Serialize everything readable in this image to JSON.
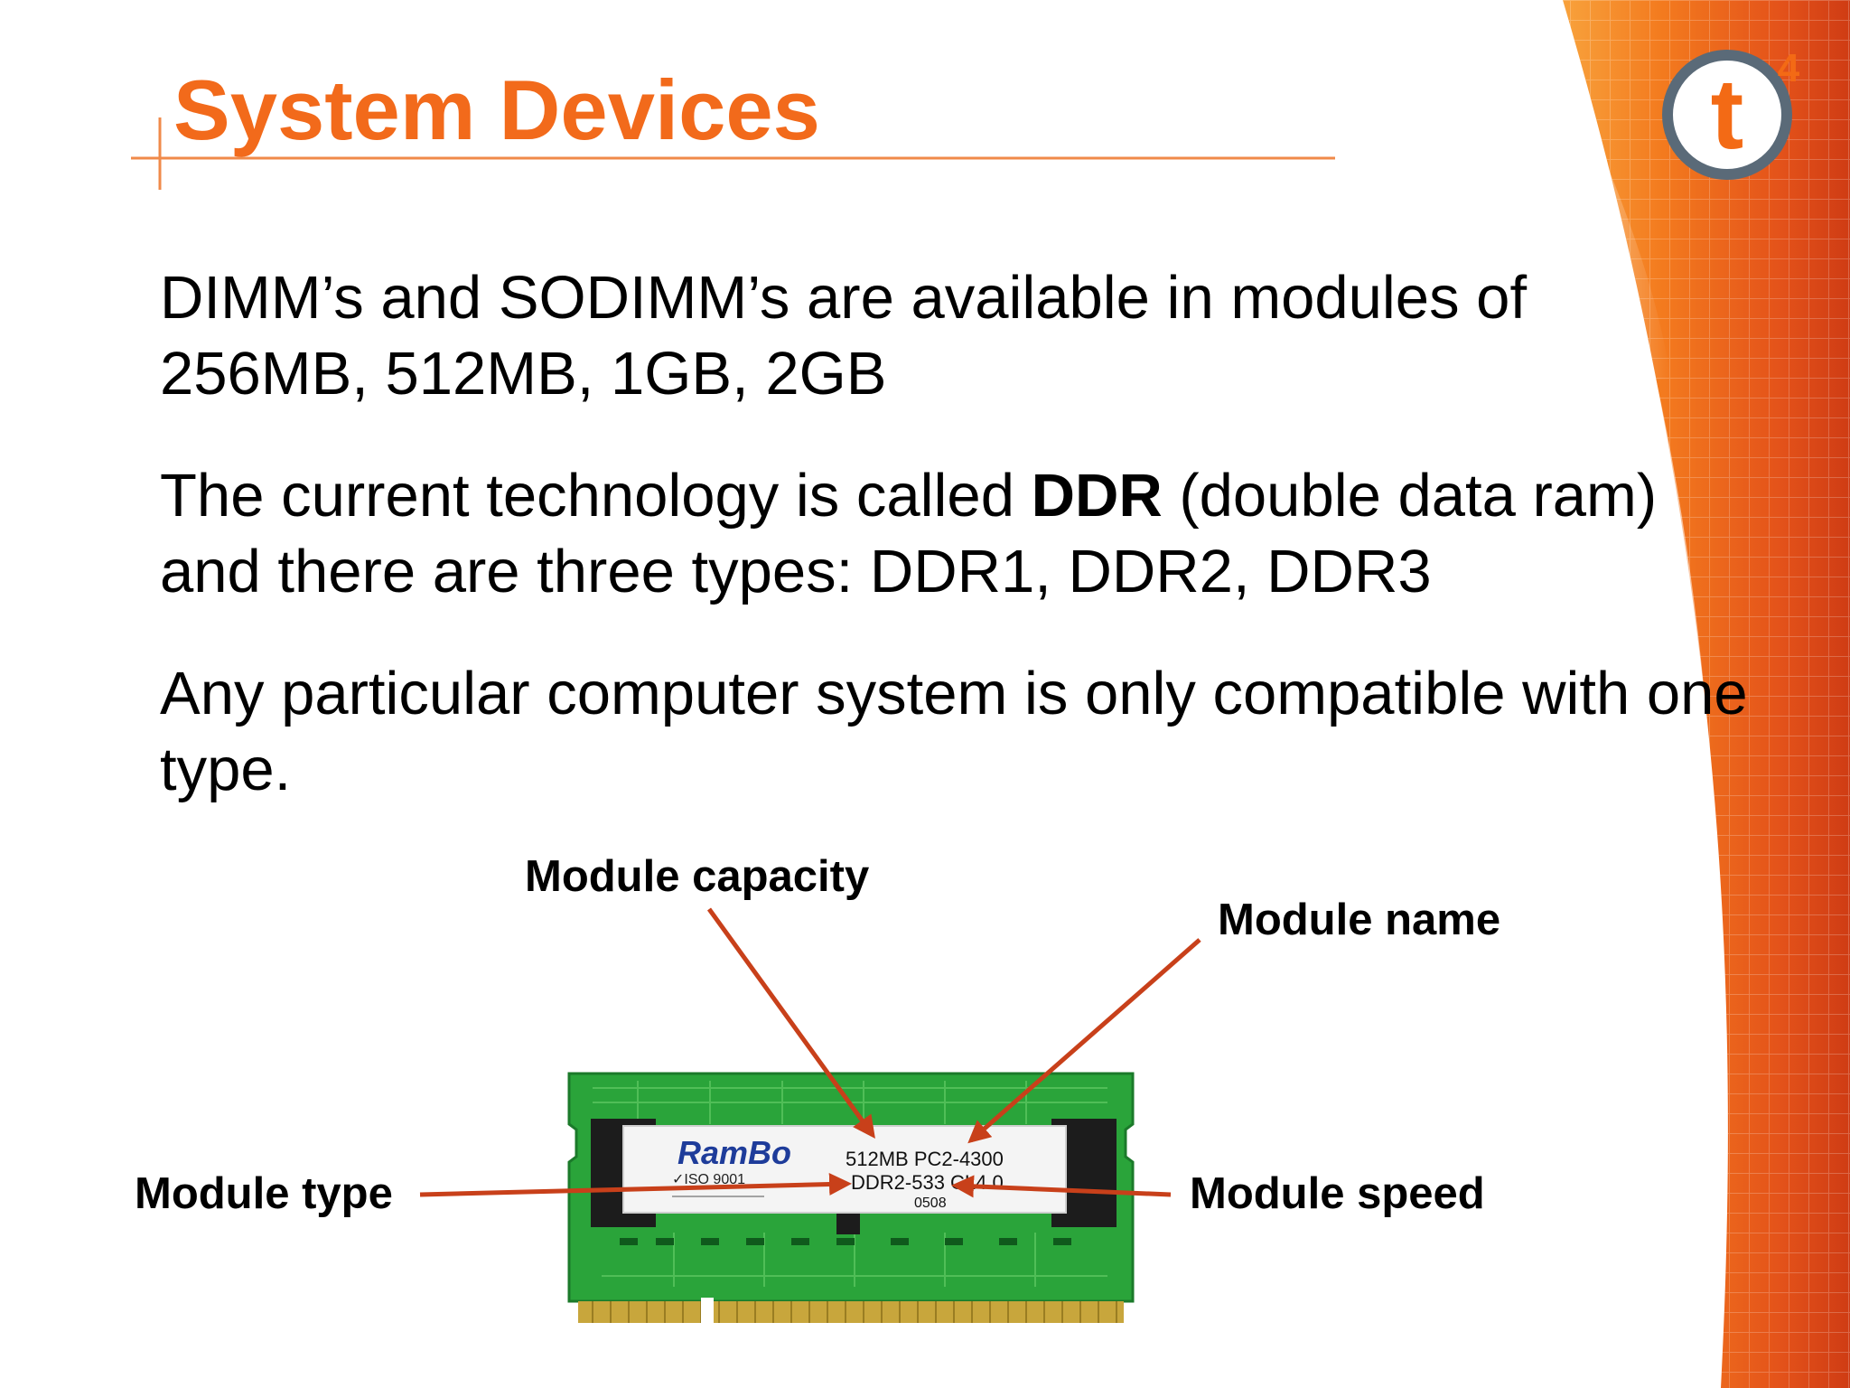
{
  "slide": {
    "title": "System Devices",
    "paragraphs": [
      {
        "text": "DIMM’s and SODIMM’s are available in modules of 256MB, 512MB, 1GB, 2GB"
      },
      {
        "before": "The current technology is called ",
        "bold": "DDR",
        "after": " (double data ram) and there are three types: DDR1, DDR2, DDR3"
      },
      {
        "text": "Any particular computer system is only compatible with one type."
      }
    ],
    "callouts": {
      "capacity": "Module capacity",
      "name": "Module name",
      "type": "Module type",
      "speed": "Module speed"
    },
    "module_label": {
      "brand": "RamBo",
      "iso": "✓ISO 9001",
      "line1": "512MB PC2-4300",
      "line2": "DDR2-533 CL4.0",
      "line3": "0508"
    },
    "logo": {
      "letter": "t",
      "superscript": "4"
    }
  },
  "colors": {
    "title": "#f26a1b",
    "arrow": "#c8401a",
    "pcb_green": "#2aa43a",
    "pcb_dark": "#1b7a2a",
    "gold_contacts": "#c8a63c",
    "logo_ring": "#5a6a78",
    "accent_orange": "#f36a15"
  }
}
